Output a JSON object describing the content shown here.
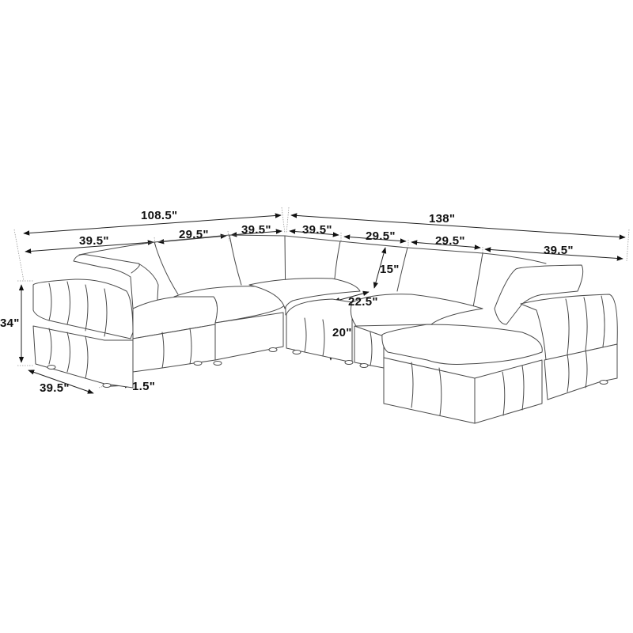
{
  "diagram": {
    "title": "U-shaped modular sectional sofa dimension drawing",
    "line_color": "#4a4a4a",
    "dimensions": {
      "left_overall_width": "108.5\"",
      "right_overall_width": "138\"",
      "left_segments": [
        "39.5\"",
        "29.5\"",
        "39.5\""
      ],
      "right_segments": [
        "39.5\"",
        "29.5\"",
        "29.5\"",
        "39.5\""
      ],
      "overall_height": "34\"",
      "depth": "39.5\"",
      "leg_height": "1.5\"",
      "back_height": "15\"",
      "seat_depth": "22.5\"",
      "seat_height": "20\""
    }
  }
}
